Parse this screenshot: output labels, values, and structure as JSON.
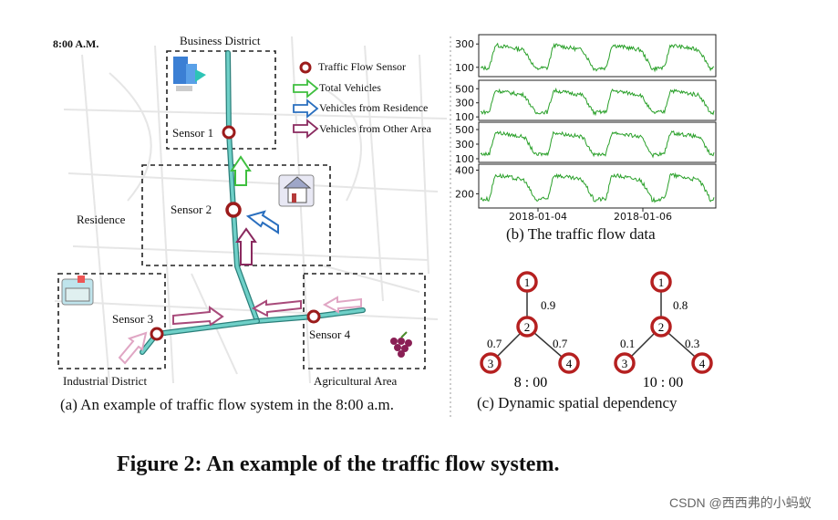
{
  "map": {
    "time_label": "8:00 A.M.",
    "regions": {
      "business": "Business District",
      "residence": "Residence",
      "industrial": "Industrial District",
      "agricultural": "Agricultural Area"
    },
    "sensors": [
      "Sensor 1",
      "Sensor 2",
      "Sensor 3",
      "Sensor 4"
    ],
    "legend": {
      "sensor": "Traffic Flow Sensor",
      "total": "Total Vehicles",
      "from_residence": "Vehicles from Residence",
      "from_other": "Vehicles from Other Area"
    },
    "colors": {
      "road": "#63cbc4",
      "sensor": "#9b1b1b",
      "total_arrow": "#3fbf3f",
      "residence_arrow": "#2a6fbf",
      "other_arrow": "#8a2a5f"
    },
    "caption": "(a) An example of traffic flow system in the 8:00 a.m."
  },
  "chart_data": {
    "type": "line",
    "x_ticks": [
      "2018-01-04",
      "2018-01-06"
    ],
    "panels": [
      {
        "yticks": [
          300,
          100
        ]
      },
      {
        "yticks": [
          500,
          300,
          100
        ]
      },
      {
        "yticks": [
          500,
          300,
          100
        ]
      },
      {
        "yticks": [
          400,
          200
        ]
      }
    ],
    "color": "#2aa02a",
    "caption": "(b) The traffic flow data"
  },
  "graphs": {
    "graph1": {
      "time": "8 : 00",
      "edges": [
        "0.9",
        "0.7",
        "0.7"
      ]
    },
    "graph2": {
      "time": "10 : 00",
      "edges": [
        "0.8",
        "0.1",
        "0.3"
      ]
    },
    "node_labels": [
      "1",
      "2",
      "3",
      "4"
    ],
    "caption": "(c) Dynamic spatial dependency"
  },
  "figure_title": "Figure 2: An example of the traffic flow system.",
  "watermark": "CSDN @西西弗的小蚂蚁"
}
